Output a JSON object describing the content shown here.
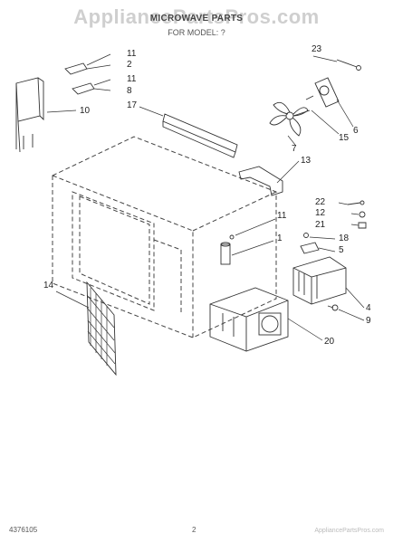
{
  "header": {
    "watermark": "AppliancePartsPros.com",
    "title": "MICROWAVE PARTS",
    "subtitle": "FOR MODEL: ?"
  },
  "footer": {
    "doc_number": "4376105",
    "page_number": "2",
    "watermark": "AppliancePartsPros.com"
  },
  "callouts": {
    "c11a": "11",
    "c2": "2",
    "c11b": "11",
    "c8": "8",
    "c10": "10",
    "c17": "17",
    "c23": "23",
    "c6": "6",
    "c15": "15",
    "c7": "7",
    "c13": "13",
    "c22": "22",
    "c12": "12",
    "c21": "21",
    "c11c": "11",
    "c1": "1",
    "c18": "18",
    "c5": "5",
    "c14": "14",
    "c4": "4",
    "c9": "9",
    "c20": "20"
  }
}
